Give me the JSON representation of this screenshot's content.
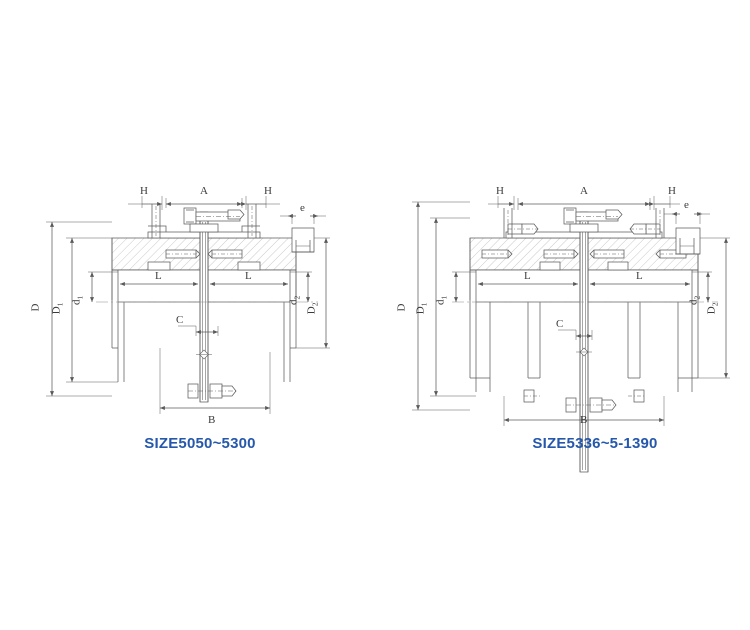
{
  "page": {
    "background_color": "#ffffff",
    "line_color": "#555555",
    "hatch_color": "#b9b9b9",
    "caption_color": "#2558ab",
    "title": "Gear Coupling Dimensional Drawing"
  },
  "figures": [
    {
      "id": "figure-left",
      "caption": "SIZE5050~5300",
      "labels": {
        "h_left": "H",
        "a_top": "A",
        "h_right": "H",
        "e": "e",
        "l_left": "L",
        "l_right": "L",
        "c": "C",
        "b": "B",
        "d_outer": "D",
        "d_one": "D",
        "d_one_sub": "1",
        "d_small_one": "d",
        "d_small_one_sub": "1",
        "d_small_two": "d",
        "d_small_two_sub": "2",
        "d_two": "D",
        "d_two_sub": "2"
      }
    },
    {
      "id": "figure-right",
      "caption": "SIZE5336~5-1390",
      "labels": {
        "h_left": "H",
        "a_top": "A",
        "h_right": "H",
        "e": "e",
        "l_left": "L",
        "l_right": "L",
        "c": "C",
        "b": "B",
        "d_outer": "D",
        "d_one": "D",
        "d_one_sub": "1",
        "d_small_one": "d",
        "d_small_one_sub": "1",
        "d_small_two": "d",
        "d_small_two_sub": "2",
        "d_two": "D",
        "d_two_sub": "2"
      }
    }
  ]
}
